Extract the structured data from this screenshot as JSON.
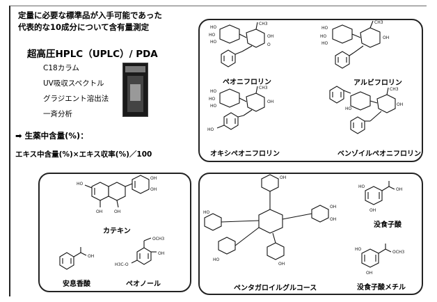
{
  "header": {
    "line1": "定量に必要な標準品が入手可能であった",
    "line2": "代表的な10成分について含有量測定"
  },
  "method": {
    "title": "超高圧HPLC（UPLC）/ PDA",
    "items": [
      "C18カラム",
      "UV吸収スペクトル",
      "グラジエント溶出法",
      "一斉分析"
    ]
  },
  "content": {
    "arrow": "➡",
    "label": "生薬中含量(%)：",
    "formula": "エキス中含量(%)×エキス収率(%)／100"
  },
  "panels": {
    "monoterpenes": [
      "ペオニフロリン",
      "アルビフロリン",
      "オキシペオニフロリン",
      "ベンゾイルペオニフロリン"
    ],
    "phenolics": [
      "カテキン",
      "安息香酸",
      "ペオノール"
    ],
    "tannins": [
      "ペンタガロイルグルコース",
      "没食子酸",
      "没食子酸メチル"
    ]
  },
  "atoms": {
    "ho": "HO",
    "oh": "OH",
    "och3": "OCH3",
    "ch3": "CH3",
    "oco": "O",
    "h3co": "H3C-O"
  }
}
